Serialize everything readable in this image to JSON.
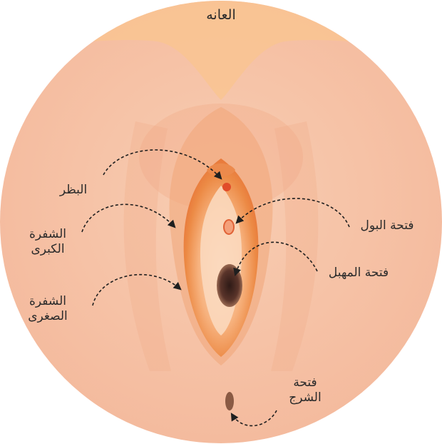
{
  "diagram": {
    "labels": {
      "pubis": "العانه",
      "clitoris": "البظر",
      "labia_majora": "الشفرة\nالكبرى",
      "labia_minora": "الشفرة\nالصغرى",
      "urethral_opening": "فتحة البول",
      "vaginal_opening": "فتحة المهبل",
      "anus": "فتحة\nالشرج"
    },
    "colors": {
      "background_circle": "#f7c6a9",
      "pubis_band": "#f9c492",
      "outer_shading": "#f1b08e",
      "labia_outer": "#e9833f",
      "labia_inner": "#f3a46a",
      "center_light": "#fbd3b4",
      "vaginal_opening": "#4a2a22",
      "urethra": "#e96a3a",
      "clitoris": "#e14c2a",
      "anus": "#8a5a44",
      "arrow": "#1f1f1f"
    }
  }
}
